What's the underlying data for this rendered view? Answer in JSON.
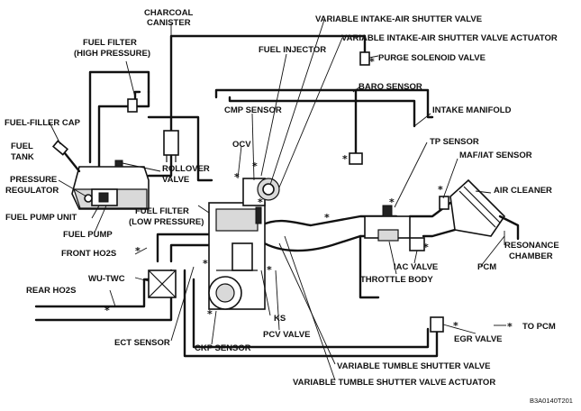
{
  "labels": {
    "charcoal_canister": [
      "CHARCOAL",
      "CANISTER"
    ],
    "fuel_filter_high": [
      "FUEL FILTER",
      "(HIGH PRESSURE)"
    ],
    "fuel_injector": "FUEL INJECTOR",
    "variable_intake_air_shutter_valve": "VARIABLE INTAKE-AIR SHUTTER VALVE",
    "variable_intake_air_shutter_valve_actuator": "VARIABLE INTAKE-AIR SHUTTER VALVE ACTUATOR",
    "purge_solenoid_valve": "PURGE SOLENOID VALVE",
    "baro_sensor": "BARO SENSOR",
    "intake_manifold": "INTAKE MANIFOLD",
    "cmp_sensor": "CMP SENSOR",
    "fuel_filler_cap": "FUEL-FILLER CAP",
    "fuel_tank": [
      "FUEL",
      "TANK"
    ],
    "ocv": "OCV",
    "tp_sensor": "TP SENSOR",
    "maf_iat_sensor": "MAF/IAT SENSOR",
    "pressure_regulator": [
      "PRESSURE",
      "REGULATOR"
    ],
    "rollover_valve": [
      "ROLLOVER",
      "VALVE"
    ],
    "air_cleaner": "AIR CLEANER",
    "fuel_pump_unit": "FUEL PUMP UNIT",
    "fuel_filter_low": [
      "FUEL FILTER",
      "(LOW PRESSURE)"
    ],
    "fuel_pump": "FUEL PUMP",
    "resonance_chamber": [
      "RESONANCE",
      "CHAMBER"
    ],
    "front_ho2s": "FRONT HO2S",
    "wu_twc": "WU-TWC",
    "iac_valve": "IAC VALVE",
    "pcm": "PCM",
    "throttle_body": "THROTTLE BODY",
    "rear_ho2s": "REAR HO2S",
    "ks": "KS",
    "to_pcm": "TO PCM",
    "pcv_valve": "PCV VALVE",
    "ect_sensor": "ECT SENSOR",
    "egr_valve": "EGR VALVE",
    "ckp_sensor": "CKP SENSOR",
    "variable_tumble_shutter_valve": "VARIABLE TUMBLE SHUTTER VALVE",
    "variable_tumble_shutter_valve_actuator": "VARIABLE TUMBLE SHUTTER VALVE ACTUATOR"
  },
  "legend": {
    "symbol": "*"
  },
  "figure_code": "B3A0140T201"
}
